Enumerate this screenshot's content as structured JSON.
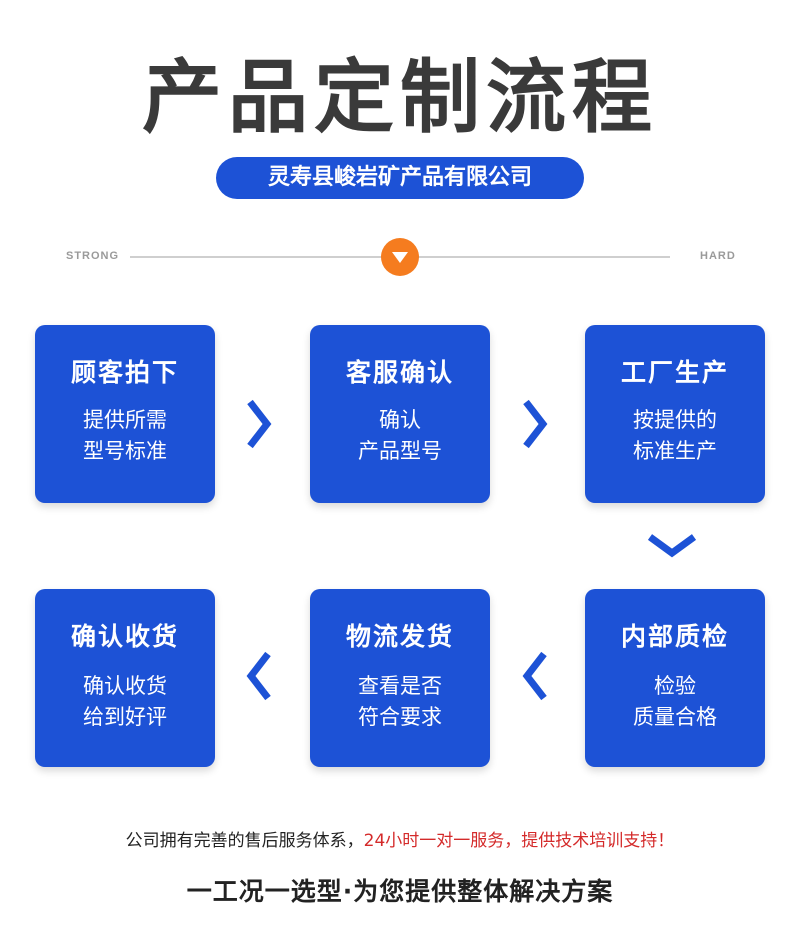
{
  "title": "产品定制流程",
  "company": "灵寿县峻岩矿产品有限公司",
  "divider": {
    "left_label": "STRONG",
    "right_label": "HARD",
    "accent_color": "#f57c1f"
  },
  "brand_color": "#1d52d6",
  "steps": [
    {
      "head": "顾客拍下",
      "line1": "提供所需",
      "line2": "型号标准"
    },
    {
      "head": "客服确认",
      "line1": "确认",
      "line2": "产品型号"
    },
    {
      "head": "工厂生产",
      "line1": "按提供的",
      "line2": "标准生产"
    },
    {
      "head": "内部质检",
      "line1": "检验",
      "line2": "质量合格"
    },
    {
      "head": "物流发货",
      "line1": "查看是否",
      "line2": "符合要求"
    },
    {
      "head": "确认收货",
      "line1": "确认收货",
      "line2": "给到好评"
    }
  ],
  "note": {
    "normal": "公司拥有完善的售后服务体系，",
    "highlight": "24小时一对一服务，提供技术培训支持！",
    "highlight_color": "#d42a2a"
  },
  "slogan": "一工况一选型·为您提供整体解决方案"
}
